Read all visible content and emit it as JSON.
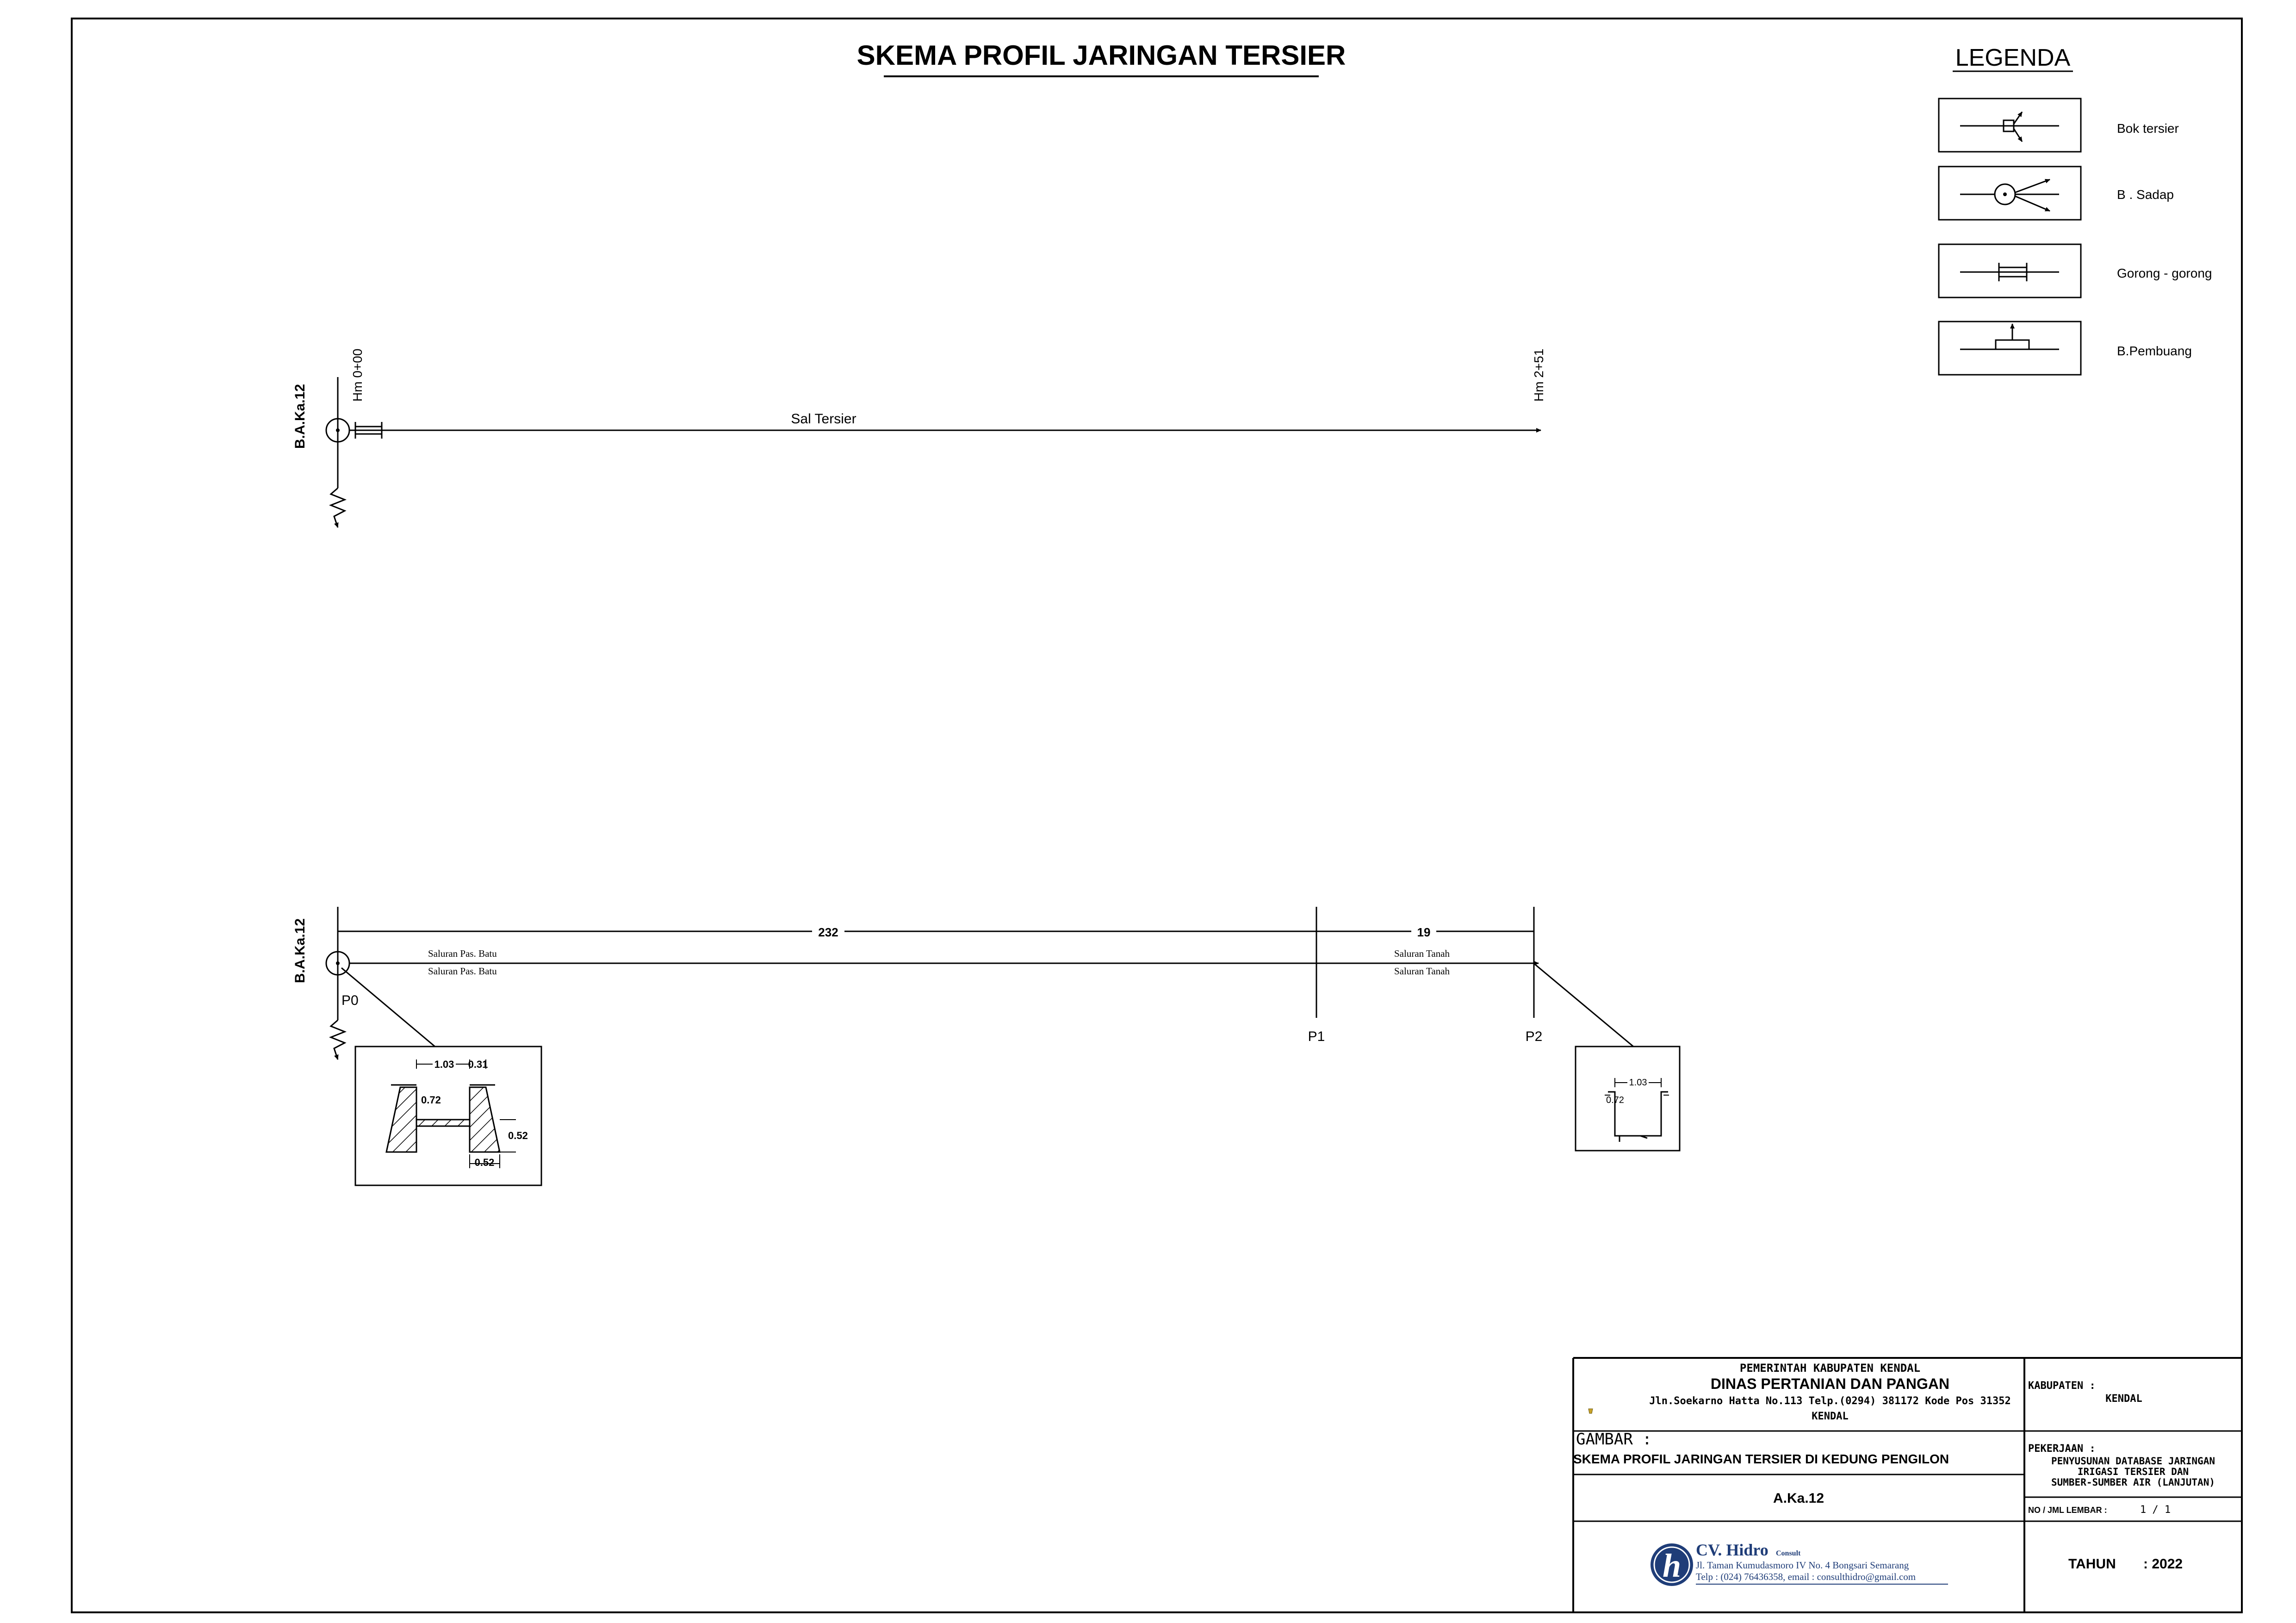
{
  "title": "SKEMA PROFIL JARINGAN TERSIER",
  "legend": {
    "heading": "LEGENDA",
    "items": [
      {
        "icon": "bok-tersier-icon",
        "label": "Bok tersier"
      },
      {
        "icon": "bangunan-sadap-icon",
        "label": "B . Sadap"
      },
      {
        "icon": "gorong-gorong-icon",
        "label": "Gorong - gorong"
      },
      {
        "icon": "bangunan-pembuang-icon",
        "label": "B.Pembuang"
      }
    ]
  },
  "scheme": {
    "source_label": "B.A.Ka.12",
    "hm_start": "Hm 0+00",
    "hm_end": "Hm 2+51",
    "channel_label": "Sal Tersier"
  },
  "profile": {
    "source_label": "B.A.Ka.12",
    "segments": [
      {
        "length": "232",
        "upper": "Saluran Pas. Batu",
        "lower": "Saluran Pas. Batu"
      },
      {
        "length": "19",
        "upper": "Saluran Tanah",
        "lower": "Saluran Tanah"
      }
    ],
    "points": [
      "P0",
      "P1",
      "P2"
    ],
    "section_stone": {
      "width": "1.03",
      "wall": "0.31",
      "depth": "0.72",
      "side": "0.52",
      "base": "0.52"
    },
    "section_earth": {
      "width": "1.03",
      "depth": "0.72"
    }
  },
  "titleblock": {
    "gov": "PEMERINTAH KABUPATEN KENDAL",
    "dept": "DINAS PERTANIAN DAN PANGAN",
    "address": "Jln.Soekarno Hatta No.113 Telp.(0294) 381172 Kode Pos 31352",
    "city": "KENDAL",
    "kabupaten_label": "KABUPATEN :",
    "kabupaten_value": "KENDAL",
    "gambar_label": "GAMBAR :",
    "gambar_value": "SKEMA PROFIL JARINGAN TERSIER DI KEDUNG PENGILON",
    "pekerjaan_label": "PEKERJAAN :",
    "pekerjaan_lines": [
      "PENYUSUNAN DATABASE JARINGAN",
      "IRIGASI TERSIER DAN",
      "SUMBER-SUMBER AIR (LANJUTAN)"
    ],
    "code": "A.Ka.12",
    "lembar_label": "NO / JML LEMBAR :",
    "lembar_value": "1 / 1",
    "company": "CV. Hidro",
    "company_suffix": "Consult",
    "company_address": "Jl. Taman Kumudasmoro IV No. 4 Bongsari Semarang",
    "company_contact": "Telp : (024) 76436358, email : consulthidro@gmail.com",
    "tahun_label": "TAHUN",
    "tahun_value": ": 2022"
  },
  "colors": {
    "ink": "#000000",
    "paper": "#ffffff",
    "logo": "#1f3d78"
  }
}
